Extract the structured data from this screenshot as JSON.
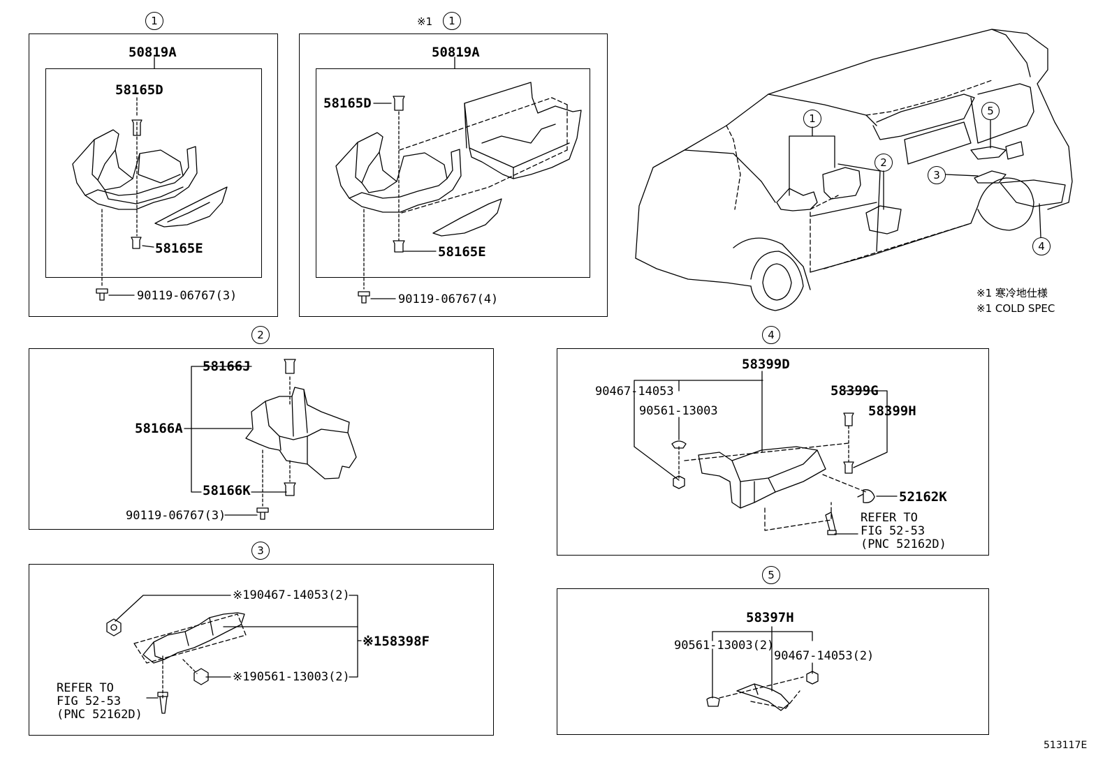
{
  "callouts": {
    "c1": "1",
    "c1b": "1",
    "c1_star": "※1",
    "c2": "2",
    "c3": "3",
    "c4": "4",
    "c5": "5",
    "v1": "1",
    "v2": "2",
    "v3": "3",
    "v4": "4",
    "v5": "5"
  },
  "panel1": {
    "assy": "50819A",
    "top_pin": "58165D",
    "bot_pin": "58165E",
    "bolt": "90119-06767(3)"
  },
  "panel1b": {
    "assy": "50819A",
    "top_pin": "58165D",
    "bot_pin": "58165E",
    "bolt": "90119-06767(4)"
  },
  "panel2": {
    "pin_top": "58166J",
    "cover": "58166A",
    "pin_bot": "58166K",
    "bolt": "90119-06767(3)"
  },
  "panel3": {
    "nut": "※190467-14053(2)",
    "cover": "※158398F",
    "grommet": "※190561-13003(2)",
    "refer1": "REFER TO",
    "refer2": "FIG 52-53",
    "refer3": "(PNC 52162D)"
  },
  "panel4": {
    "assy": "58399D",
    "nut": "90467-14053",
    "grommet": "90561-13003",
    "pin_g": "58399G",
    "pin_h": "58399H",
    "clip": "52162K",
    "refer1": "REFER TO",
    "refer2": "FIG 52-53",
    "refer3": "(PNC 52162D)"
  },
  "panel5": {
    "assy": "58397H",
    "grommet": "90561-13003(2)",
    "nut": "90467-14053(2)"
  },
  "notes": {
    "jp": "※1 寒冷地仕様",
    "en": "※1 COLD SPEC"
  },
  "figure_id": "513117E"
}
